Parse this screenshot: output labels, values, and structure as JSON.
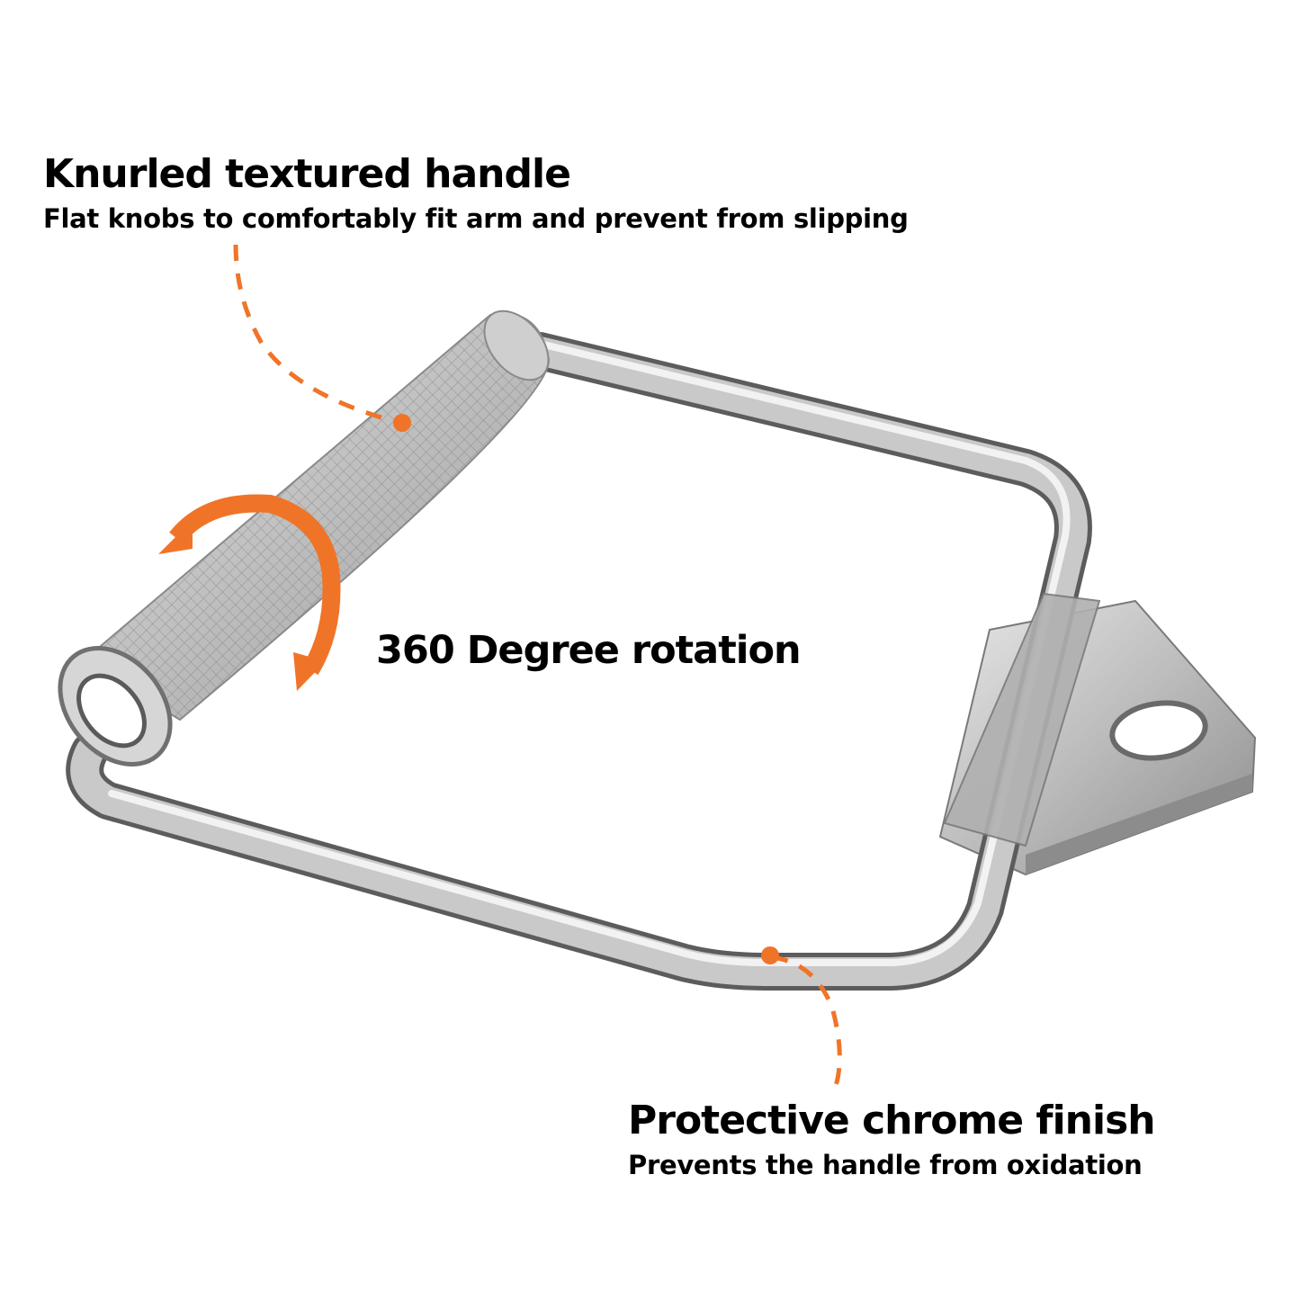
{
  "accent_color": "#f07428",
  "features": {
    "knurled": {
      "title": "Knurled textured handle",
      "subtitle": "Flat knobs to comfortably fit arm and prevent from slipping"
    },
    "rotation": {
      "title": "360 Degree rotation",
      "icon": "rotation-arrow-icon"
    },
    "chrome": {
      "title": "Protective chrome finish",
      "subtitle": "Prevents the handle from oxidation"
    }
  },
  "product_image": "chrome-cable-handle-illustration"
}
